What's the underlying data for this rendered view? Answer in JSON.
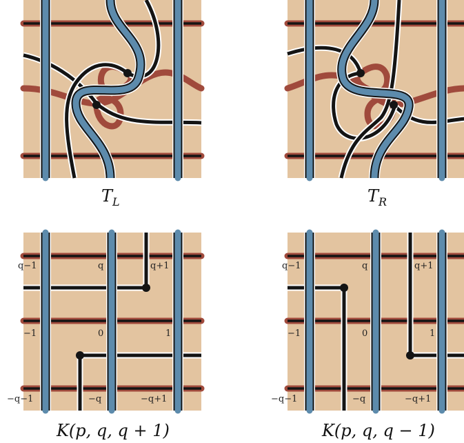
{
  "colors": {
    "tile": "#e3c4a0",
    "red_strand": "#a04a3c",
    "blue_strand": "#5d8bac",
    "black_strand": "#141414",
    "halo": "#ffffff"
  },
  "panels": [
    {
      "id": "TL",
      "caption_main": "T",
      "caption_sub": "L"
    },
    {
      "id": "TR",
      "caption_main": "T",
      "caption_sub": "R"
    },
    {
      "id": "K1",
      "caption": "K(p, q, q + 1)",
      "labels": {
        "top_left": "q−1",
        "top_mid": "q",
        "top_right": "q+1",
        "mid_left": "−1",
        "mid_mid": "0",
        "mid_right": "1",
        "bot_left": "−q−1",
        "bot_mid": "−q",
        "bot_right": "−q+1"
      }
    },
    {
      "id": "K2",
      "caption": "K(p, q, q − 1)",
      "labels": {
        "top_left": "q−1",
        "top_mid": "q",
        "top_right": "q+1",
        "mid_left": "−1",
        "mid_mid": "0",
        "mid_right": "1",
        "bot_left": "−q−1",
        "bot_mid": "−q",
        "bot_right": "−q+1"
      }
    }
  ]
}
